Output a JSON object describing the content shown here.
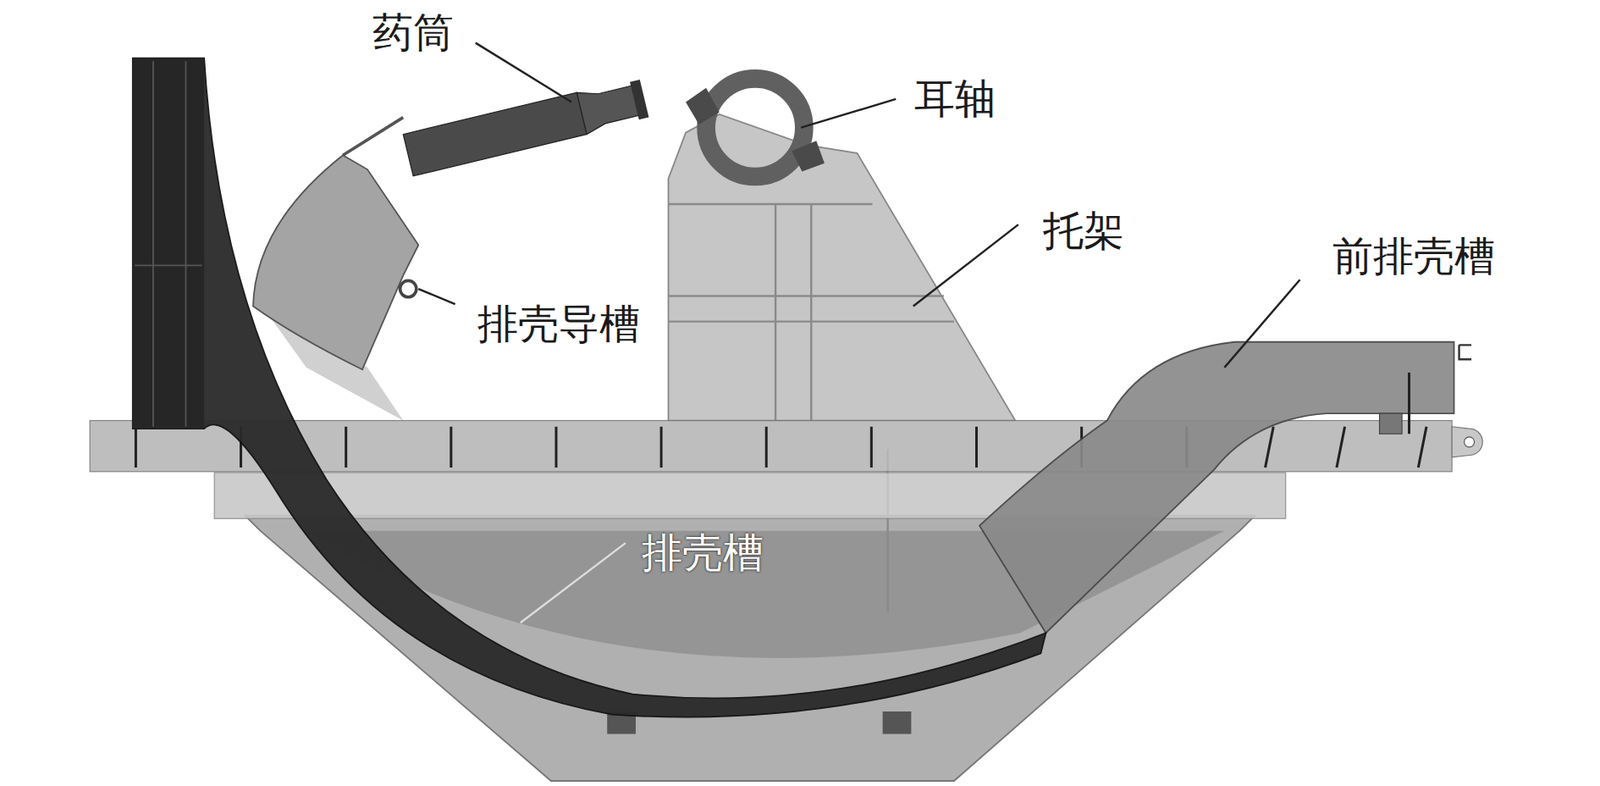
{
  "diagram": {
    "labels": [
      "药筒",
      "耳轴",
      "托架",
      "排壳导槽",
      "前排壳槽",
      "排壳槽"
    ]
  }
}
